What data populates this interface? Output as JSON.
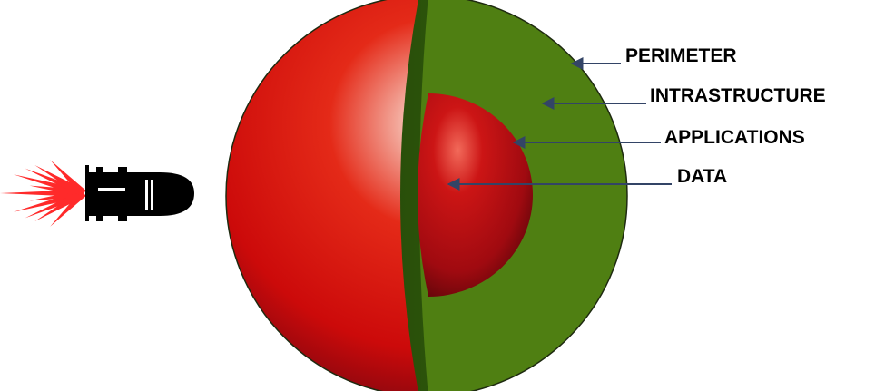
{
  "labels": {
    "perimeter": "PERIMETER",
    "infrastructure": "INTRASTRUCTURE",
    "applications": "APPLICATIONS",
    "data": "DATA"
  },
  "icons": {
    "projectile": "bullet-icon",
    "explosion": "muzzle-flash-icon"
  },
  "colors": {
    "outer_sphere": "#d81010",
    "infrastructure_layer": "#4f7f12",
    "perimeter_shell": "#2e5a0c",
    "core_sphere": "#b80a12",
    "arrow": "#334466",
    "label_text": "#000000",
    "flash": "#ff2a2a"
  }
}
